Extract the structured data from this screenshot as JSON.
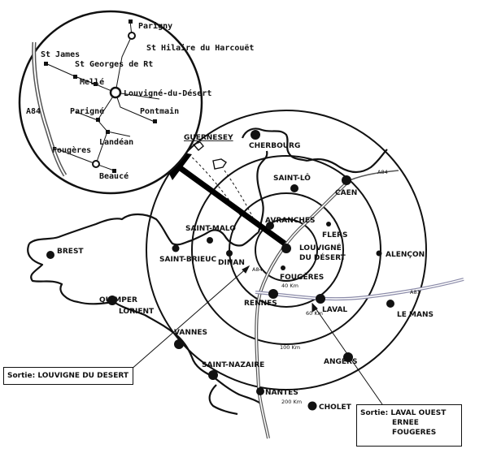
{
  "map": {
    "inset": {
      "places": [
        "Parigny",
        "St Hilaire du Harcouët",
        "St James",
        "St Georges de Rt",
        "Mellé",
        "Louvigné-du-Désert",
        "Parigné",
        "Pontmain",
        "Landéan",
        "Fougères",
        "Beaucé"
      ],
      "road_label": "A84"
    },
    "cities": [
      "CHERBOURG",
      "SAINT-LÔ",
      "CAEN",
      "AVRANCHES",
      "FLERS",
      "LOUVIGNÉ",
      "DU DÉSERT",
      "ALENÇON",
      "FOUGÈRES",
      "SAINT-MALO",
      "SAINT-BRIEUC",
      "DINAN",
      "BREST",
      "QUIMPER",
      "LORIENT",
      "RENNES",
      "LAVAL",
      "LE MANS",
      "VANNES",
      "ANGERS",
      "SAINT-NAZAIRE",
      "NANTES",
      "CHOLET"
    ],
    "islands": [
      "GUERNESEY"
    ],
    "road_labels": [
      "A84",
      "A84",
      "A81"
    ],
    "distance_rings": [
      "40 Km",
      "60 Km",
      "100 Km",
      "200 Km"
    ]
  },
  "exits": {
    "left": "Sortie: LOUVIGNE DU DESERT",
    "right_prefix": "Sortie:",
    "right_lines": [
      "LAVAL OUEST",
      "ERNEE",
      "FOUGERES"
    ]
  }
}
